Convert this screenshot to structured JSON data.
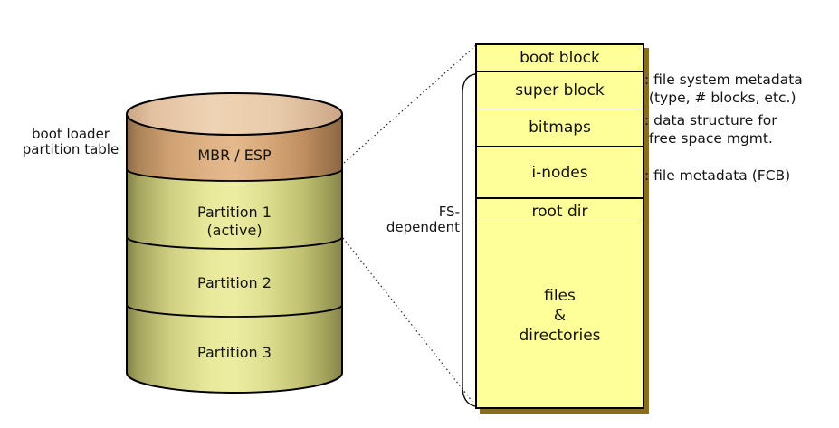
{
  "disk": {
    "boot_loader_label": "boot loader\npartition table",
    "sections": [
      {
        "label": "MBR / ESP"
      },
      {
        "label": "Partition 1\n(active)"
      },
      {
        "label": "Partition 2"
      },
      {
        "label": "Partition 3"
      }
    ]
  },
  "filesystem": {
    "fs_dependent_label": "FS-\ndependent",
    "blocks": [
      {
        "label": "boot block"
      },
      {
        "label": "super block",
        "annotation": ": file system metadata\n (type, # blocks, etc.)"
      },
      {
        "label": "bitmaps",
        "annotation": ": data structure for\n free space mgmt."
      },
      {
        "label": "i-nodes",
        "annotation": ": file metadata (FCB)"
      },
      {
        "label": "root dir"
      },
      {
        "label": "files\n&\ndirectories"
      }
    ]
  },
  "colors": {
    "background": "#ffffff",
    "stack_fill": "#ffff99",
    "stack_shadow": "#8a6b25",
    "mbr_band": "#d8a97b",
    "partition_band": "#dcdc8c",
    "disk_top": "#eccfb0",
    "outline": "#000000"
  }
}
